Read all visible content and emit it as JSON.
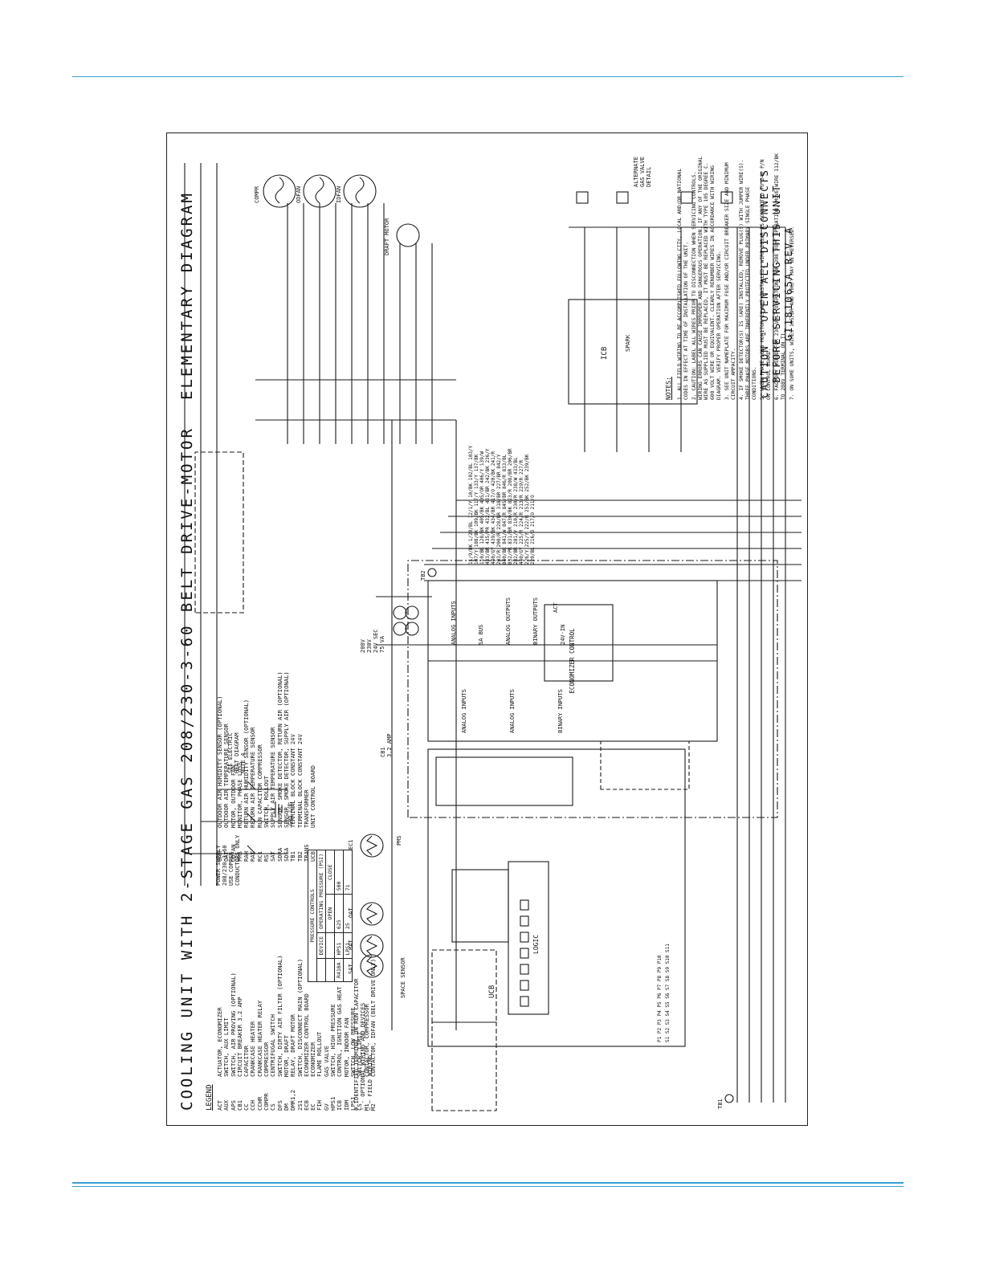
{
  "title": "COOLING UNIT WITH 2-STAGE GAS 208/230-3-60 BELT DRIVE-MOTOR",
  "subtitle": "ELEMENTARY DIAGRAM",
  "legend_heading": "LEGEND",
  "legend_left": [
    {
      "abbr": "ACT",
      "desc": "ACTUATOR, ECONOMIZER"
    },
    {
      "abbr": "AUX",
      "desc": "SWITCH, AUX LIMIT"
    },
    {
      "abbr": "APS",
      "desc": "SWITCH, AIR PROVING (OPTIONAL)"
    },
    {
      "abbr": "CB1",
      "desc": "CIRCUIT BREAKER 3.2 AMP"
    },
    {
      "abbr": "CC",
      "desc": "CAPACITOR"
    },
    {
      "abbr": "CCH",
      "desc": "CRANKCASE HEATER"
    },
    {
      "abbr": "CCHR",
      "desc": "CRANKCASE HEATER RELAY"
    },
    {
      "abbr": "COMPR",
      "desc": "COMPRESSOR"
    },
    {
      "abbr": "CS",
      "desc": "CENTRIFUGAL SWITCH"
    },
    {
      "abbr": "DFS",
      "desc": "SWITCH, DIRTY AIR FILTER (OPTIONAL)"
    },
    {
      "abbr": "DM",
      "desc": "MOTOR, DRAFT"
    },
    {
      "abbr": "DMR1,2",
      "desc": "RELAY, DRAFT MOTOR"
    },
    {
      "abbr": "2S1",
      "desc": "SWITCH, DISCONNECT MAIN (OPTIONAL)"
    },
    {
      "abbr": "ECB",
      "desc": "ECONOMIZER CONTROL BOARD"
    },
    {
      "abbr": "EC",
      "desc": "ECONOMIZER"
    },
    {
      "abbr": "FIH",
      "desc": "FLAME ROLLOUT"
    },
    {
      "abbr": "GV",
      "desc": "GAS VALVE"
    },
    {
      "abbr": "HPS1",
      "desc": "SWITCH, HIGH PRESSURE"
    },
    {
      "abbr": "ICB",
      "desc": "CONTROL, IGNITION GAS HEAT"
    },
    {
      "abbr": "IDM",
      "desc": "MOTOR, INDOOR FAN"
    },
    {
      "abbr": "LPS1",
      "desc": "SWITCH, LOW PRESSURE"
    },
    {
      "abbr": "LS",
      "desc": "SWITCH, LIMIT"
    },
    {
      "abbr": "M1",
      "desc": "CONTACTOR, COMPRESSOR"
    },
    {
      "abbr": "M2",
      "desc": "CONTACTOR, IDFAN (BELT DRIVE ONLY)"
    }
  ],
  "legend_right": [
    {
      "abbr": "OAH",
      "desc": "OUTDOOR AIR HUMIDITY SENSOR (OPTIONAL)"
    },
    {
      "abbr": "OAT",
      "desc": "OUTDOOR AIR TEMPERATURE SENSOR"
    },
    {
      "abbr": "ODFAN",
      "desc": "MOTOR, OUTDOOR FAN"
    },
    {
      "abbr": "PMS",
      "desc": "MONITOR, PHASE LOSS"
    },
    {
      "abbr": "RAH",
      "desc": "RETURN AIR HUMIDITY SENSOR (OPTIONAL)"
    },
    {
      "abbr": "RAT",
      "desc": "RETURN AIR TEMPERATURE SENSOR"
    },
    {
      "abbr": "RC1",
      "desc": "RUN CAPACITOR COMPRESSOR"
    },
    {
      "abbr": "RS",
      "desc": "SWITCH, ROLLOUT"
    },
    {
      "abbr": "SAT",
      "desc": "SUPPLY AIR TEMPERATURE SENSOR"
    },
    {
      "abbr": "SDRA",
      "desc": "SENSOR, SMOKE DETECTOR, RETURN AIR (OPTIONAL)"
    },
    {
      "abbr": "SDSA",
      "desc": "SENSOR, SMOKE DETECTOR, SUPPLY AIR (OPTIONAL)"
    },
    {
      "abbr": "TB1",
      "desc": "TERMINAL BLOCK CONSTANT 24V"
    },
    {
      "abbr": "TB2",
      "desc": "TERMINAL BLOCK CONSTANT 24V"
    },
    {
      "abbr": "TRANS",
      "desc": "TRANSFORMER"
    },
    {
      "abbr": "UCB",
      "desc": "UNIT CONTROL BOARD"
    }
  ],
  "symbol_key": [
    "IDENTIFIED TERMINAL ON RUN CAPACITOR",
    "OPTIONAL WIRING AND DEVICES",
    "FIELD WIRING"
  ],
  "pressure_controls": {
    "caption": "PRESSURE CONTROLS",
    "header_top": [
      "",
      "",
      "OPERATING PRESSURE (PSI)"
    ],
    "header": [
      "",
      "DEVICE",
      "OPEN",
      "CLOSE"
    ],
    "rows": [
      [
        "R410A",
        "HPS1",
        "625",
        "500"
      ],
      [
        "",
        "LPS1",
        "25",
        "71"
      ]
    ]
  },
  "components": {
    "compr": "COMPR",
    "odfan": "ODFAN",
    "idfan": "IDFAN",
    "draft_motor": "DRAFT MOTOR",
    "power_supply": [
      "POWER SUPPLY",
      "208/230-3-60",
      "USE COPPER",
      "CONDUCTORS ONLY"
    ],
    "see_heat": [
      "SEE ELECTRIC",
      "HEAT DIAGRAM",
      "NOTE 4"
    ],
    "grd": "GRD LUG",
    "trans": [
      "208V",
      "230V",
      "24V SEC",
      "75 VA"
    ],
    "cb1": [
      "CB1",
      "3.2 AMP"
    ],
    "pms": "PMS",
    "ecb_title": "ECONOMIZER CONTROL",
    "ecb_top_groups": [
      "ANALOG INPUTS",
      "SA BUS",
      "ANALOG OUTPUTS",
      "BINARY OUTPUTS",
      "24V-IN"
    ],
    "ecb_bottom_groups": [
      "ANALOG INPUTS",
      "ANALOG INPUTS",
      "BINARY INPUTS"
    ],
    "act": "ACT",
    "icb": "ICB",
    "spark": "SPARK",
    "ucb": "UCB",
    "logic": "LOGIC",
    "space_sensor": "SPACE SENSOR",
    "sensors": [
      "SAT",
      "RAT",
      "OAT",
      "EC1"
    ],
    "alt_gas_valve": [
      "ALTERNATE",
      "GAS VALVE",
      "DETAIL"
    ],
    "tb1": "TB1",
    "tb2": "TB2",
    "p_labels": [
      "P1",
      "P2",
      "P3",
      "P4",
      "P5",
      "P6",
      "P7",
      "P8",
      "P9",
      "P10"
    ],
    "s_labels": [
      "S1",
      "S2",
      "S3",
      "S4",
      "S5",
      "S6",
      "S7",
      "S8",
      "S9",
      "S10",
      "S11"
    ]
  },
  "wire_labels": [
    "11/9/BK",
    "1/20/BL",
    "12/1/Y",
    "10/BK",
    "102/BL",
    "103/Y",
    "107/Y",
    "108/BK",
    "109/BK",
    "117/Y",
    "133/Y",
    "137/BK",
    "110/BK",
    "128/BK",
    "405/BK",
    "405/OR",
    "406/Y",
    "139/W",
    "433/BR",
    "435/PR",
    "432/BL",
    "431/BR",
    "242/BK",
    "236/Y",
    "440/GY",
    "439/BK",
    "434/BR",
    "417/O",
    "420/BK",
    "241/R",
    "203/R",
    "200/R",
    "228/BR",
    "318/BR",
    "227/BR",
    "842/Y",
    "840/BK",
    "841/W",
    "847/R",
    "845/BR",
    "846/R",
    "833/BL",
    "832/PR",
    "831/BR",
    "830/BK",
    "823/R",
    "208/BR",
    "206/BR",
    "282/BR",
    "281/Y",
    "210/R",
    "230/R",
    "238/W",
    "433/BL",
    "440/GY",
    "225/R",
    "224/R",
    "213/R",
    "229/R",
    "227/R",
    "226/Y",
    "225/Y",
    "222/R",
    "251/BK",
    "252/BK",
    "239/BK",
    "220/BL",
    "216/O",
    "217/O",
    "211/O"
  ],
  "notes_heading": "NOTES:",
  "notes": [
    "1. ALL FIELD WIRING TO BE ACCOMPLISHED FOLLOWING CITY, LOCAL AND/OR NATIONAL CODES IN EFFECT AT TIME OF INSTALLATION OF THE UNIT.",
    "2. CAUTION: LABEL ALL WIRES PRIOR TO DISCONNECTION WHEN SERVICING CONTROLS. WIRING ERRORS CAN CAUSE IMPROPER AND DANGEROUS OPERATION. IF ANY OF THE ORIGINAL WIRE AS SUPPLIED MUST BE REPLACED, IT MUST BE REPLACED WITH TYPE 105 DEGREE C. 600 VOLT WIRE OR EQUIVALENT. CLEARLY RENUMBER WIRES IN ACCORDANCE WITH WIRING DIAGRAM. VERIFY PROPER OPERATION AFTER SERVICING.",
    "3. SEE UNIT NAMEPLATE FOR MAXIMUM FUSE AND/OR CIRCUIT BREAKER SIZE AND MINIMUM CIRCUIT AMPACITY.",
    "4. IF SMOKE DETECTOR(S) IS (ARE) INSTALLED, REMOVE PLUG(S) WITH JUMPER WIRE(S). THREE PHASE MOTORS ARE INHERENTLY PROTECTED UNDER PRIMARY SINGLE PHASE CONDITIONS.",
    "5. WHEN PHASE LOSS MONITOR IS NOT INSTALLED, WIRE 201/R IS CONNECTED TO 24V P/N ON CONTROL BOARD.",
    "6. FACTORY WIRED FOR 230 VOLT OPERATION. FOR 208 VOLT OPERATION, MOVE WIRE 112/BK TO 208V TERMINAL ON T1.",
    "7. ON SOME UNITS, WIRES 105/BR AND 106/Y MAY BE REVERSED."
  ],
  "caution": [
    "CAUTION - OPEN ALL DISCONNECTS",
    "BEFORE SERVICING THIS UNIT"
  ],
  "drawing_number": "GI181065A REV A"
}
